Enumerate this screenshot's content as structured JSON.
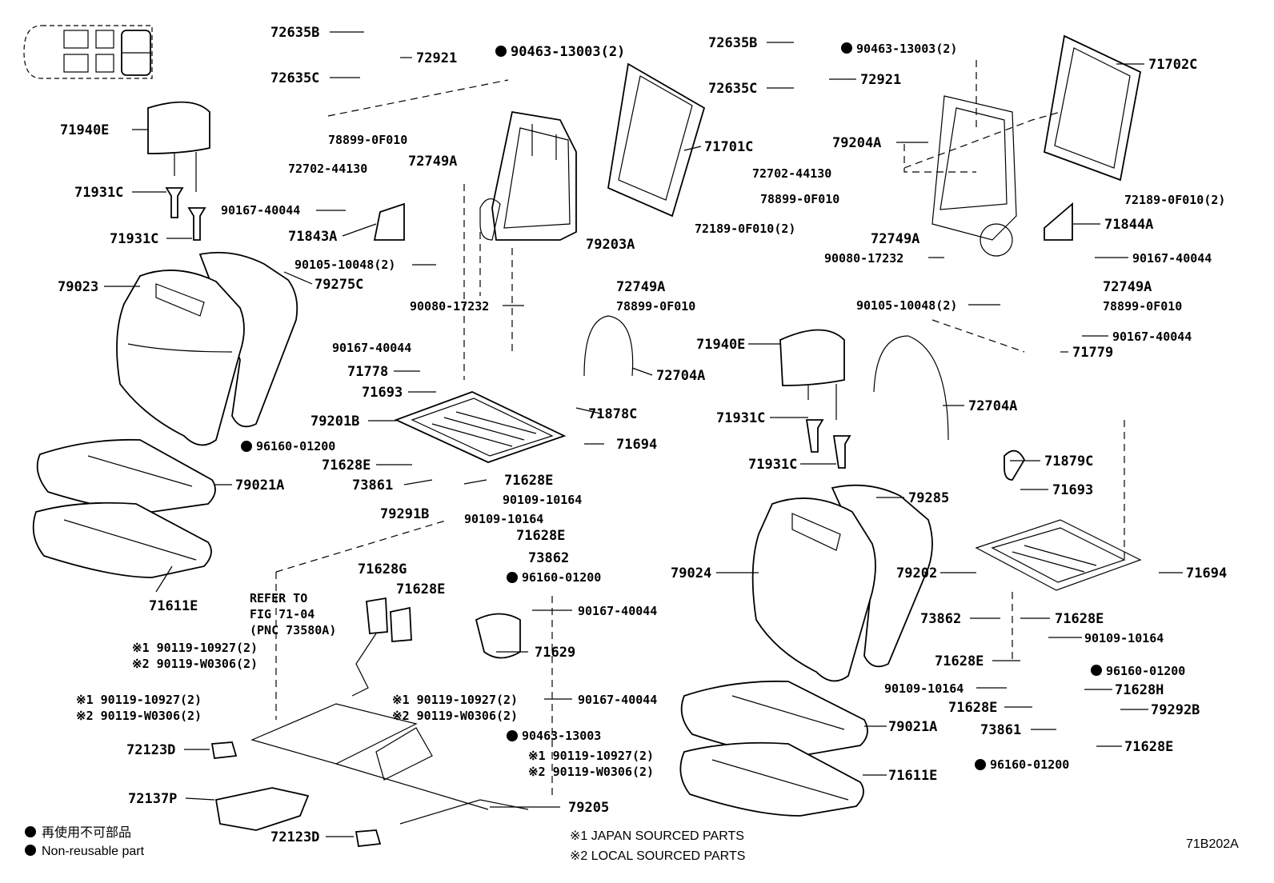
{
  "diagram_id": "71B202A",
  "refer": {
    "line1": "REFER TO",
    "line2": "FIG 71-04",
    "line3": "(PNC 73580A)"
  },
  "legend": {
    "jp_label": "再使用不可部品",
    "en_label": "Non-reusable part",
    "note1": "※1  JAPAN SOURCED PARTS",
    "note2": "※2  LOCAL SOURCED PARTS"
  },
  "labels": [
    {
      "id": "p1",
      "text": "72635B"
    },
    {
      "id": "p2",
      "text": "72921"
    },
    {
      "id": "p3",
      "text": "72635C"
    },
    {
      "id": "p4",
      "text": "90463-13003(2)",
      "nr": true
    },
    {
      "id": "p5",
      "text": "71940E"
    },
    {
      "id": "p6",
      "text": "78899-0F010"
    },
    {
      "id": "p7",
      "text": "72702-44130"
    },
    {
      "id": "p8",
      "text": "72749A"
    },
    {
      "id": "p9",
      "text": "71701C"
    },
    {
      "id": "p10",
      "text": "71931C"
    },
    {
      "id": "p11",
      "text": "90167-40044"
    },
    {
      "id": "p12",
      "text": "71931C"
    },
    {
      "id": "p13",
      "text": "71843A"
    },
    {
      "id": "p14",
      "text": "72189-0F010(2)"
    },
    {
      "id": "p15",
      "text": "79203A"
    },
    {
      "id": "p16",
      "text": "90105-10048(2)"
    },
    {
      "id": "p17",
      "text": "79023"
    },
    {
      "id": "p18",
      "text": "79275C"
    },
    {
      "id": "p19",
      "text": "72749A"
    },
    {
      "id": "p20",
      "text": "78899-0F010"
    },
    {
      "id": "p21",
      "text": "90080-17232"
    },
    {
      "id": "p22",
      "text": "90167-40044"
    },
    {
      "id": "p23",
      "text": "71778"
    },
    {
      "id": "p24",
      "text": "72704A"
    },
    {
      "id": "p25",
      "text": "71693"
    },
    {
      "id": "p26",
      "text": "79201B"
    },
    {
      "id": "p27",
      "text": "71878C"
    },
    {
      "id": "p28",
      "text": "96160-01200",
      "nr": true
    },
    {
      "id": "p29",
      "text": "71694"
    },
    {
      "id": "p30",
      "text": "71628E"
    },
    {
      "id": "p31",
      "text": "79021A"
    },
    {
      "id": "p32",
      "text": "73861"
    },
    {
      "id": "p33",
      "text": "71628E"
    },
    {
      "id": "p34",
      "text": "90109-10164"
    },
    {
      "id": "p35",
      "text": "79291B"
    },
    {
      "id": "p36",
      "text": "90109-10164"
    },
    {
      "id": "p37",
      "text": "71628E"
    },
    {
      "id": "p38",
      "text": "73862"
    },
    {
      "id": "p39",
      "text": "71628G"
    },
    {
      "id": "p40",
      "text": "96160-01200",
      "nr": true
    },
    {
      "id": "p41",
      "text": "71628E"
    },
    {
      "id": "p42",
      "text": "71611E"
    },
    {
      "id": "p43",
      "text": "90167-40044"
    },
    {
      "id": "p44",
      "text": "71629"
    },
    {
      "id": "p45",
      "text": "※1 90119-10927(2)"
    },
    {
      "id": "p46",
      "text": "※2 90119-W0306(2)"
    },
    {
      "id": "p47",
      "text": "※1 90119-10927(2)"
    },
    {
      "id": "p48",
      "text": "※2 90119-W0306(2)"
    },
    {
      "id": "p49",
      "text": "※1 90119-10927(2)"
    },
    {
      "id": "p50",
      "text": "※2 90119-W0306(2)"
    },
    {
      "id": "p51",
      "text": "90167-40044"
    },
    {
      "id": "p52",
      "text": "72123D"
    },
    {
      "id": "p53",
      "text": "90463-13003",
      "nr": true
    },
    {
      "id": "p54",
      "text": "※1 90119-10927(2)"
    },
    {
      "id": "p55",
      "text": "※2 90119-W0306(2)"
    },
    {
      "id": "p56",
      "text": "72137P"
    },
    {
      "id": "p57",
      "text": "79205"
    },
    {
      "id": "p58",
      "text": "72123D"
    },
    {
      "id": "p59",
      "text": "72635B"
    },
    {
      "id": "p60",
      "text": "90463-13003(2)",
      "nr": true
    },
    {
      "id": "p61",
      "text": "71702C"
    },
    {
      "id": "p62",
      "text": "72635C"
    },
    {
      "id": "p63",
      "text": "72921"
    },
    {
      "id": "p64",
      "text": "79204A"
    },
    {
      "id": "p65",
      "text": "72702-44130"
    },
    {
      "id": "p66",
      "text": "72189-0F010(2)"
    },
    {
      "id": "p67",
      "text": "78899-0F010"
    },
    {
      "id": "p68",
      "text": "71844A"
    },
    {
      "id": "p69",
      "text": "72749A"
    },
    {
      "id": "p70",
      "text": "90080-17232"
    },
    {
      "id": "p71",
      "text": "90167-40044"
    },
    {
      "id": "p72",
      "text": "72749A"
    },
    {
      "id": "p73",
      "text": "78899-0F010"
    },
    {
      "id": "p74",
      "text": "90105-10048(2)"
    },
    {
      "id": "p75",
      "text": "90167-40044"
    },
    {
      "id": "p76",
      "text": "71940E"
    },
    {
      "id": "p77",
      "text": "71779"
    },
    {
      "id": "p78",
      "text": "72704A"
    },
    {
      "id": "p79",
      "text": "71931C"
    },
    {
      "id": "p80",
      "text": "71931C"
    },
    {
      "id": "p81",
      "text": "71879C"
    },
    {
      "id": "p82",
      "text": "71693"
    },
    {
      "id": "p83",
      "text": "79285"
    },
    {
      "id": "p84",
      "text": "79024"
    },
    {
      "id": "p85",
      "text": "79202"
    },
    {
      "id": "p86",
      "text": "71694"
    },
    {
      "id": "p87",
      "text": "73862"
    },
    {
      "id": "p88",
      "text": "71628E"
    },
    {
      "id": "p89",
      "text": "90109-10164"
    },
    {
      "id": "p90",
      "text": "71628E"
    },
    {
      "id": "p91",
      "text": "96160-01200",
      "nr": true
    },
    {
      "id": "p92",
      "text": "90109-10164"
    },
    {
      "id": "p93",
      "text": "71628H"
    },
    {
      "id": "p94",
      "text": "71628E"
    },
    {
      "id": "p95",
      "text": "79292B"
    },
    {
      "id": "p96",
      "text": "79021A"
    },
    {
      "id": "p97",
      "text": "73861"
    },
    {
      "id": "p98",
      "text": "71628E"
    },
    {
      "id": "p99",
      "text": "96160-01200",
      "nr": true
    },
    {
      "id": "p100",
      "text": "71611E"
    }
  ]
}
